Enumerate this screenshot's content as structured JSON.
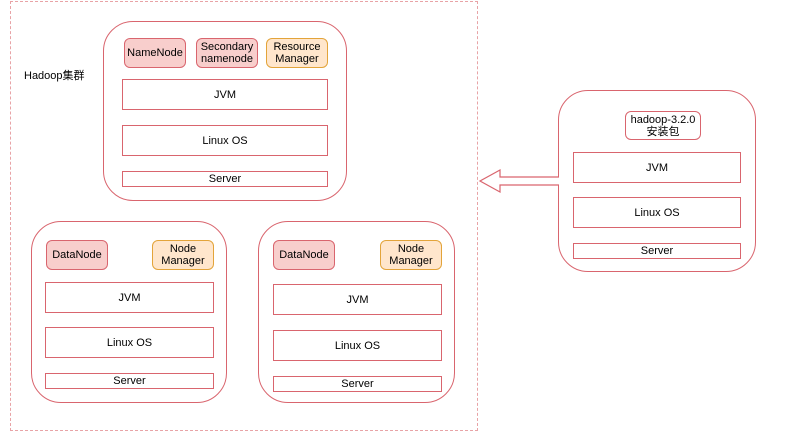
{
  "cluster": {
    "label": "Hadoop集群"
  },
  "master_node": {
    "components": [
      "NameNode",
      "Secondary\nnamenode",
      "Resource\nManager"
    ],
    "jvm": "JVM",
    "os": "Linux OS",
    "server": "Server"
  },
  "worker_node_1": {
    "components": [
      "DataNode",
      "Node\nManager"
    ],
    "jvm": "JVM",
    "os": "Linux OS",
    "server": "Server"
  },
  "worker_node_2": {
    "components": [
      "DataNode",
      "Node\nManager"
    ],
    "jvm": "JVM",
    "os": "Linux OS",
    "server": "Server"
  },
  "install_node": {
    "package": "hadoop-3.2.0\n安装包",
    "jvm": "JVM",
    "os": "Linux OS",
    "server": "Server"
  },
  "colors": {
    "border": "#d9656e",
    "red_fill": "#f8cecc",
    "orange_fill": "#ffe6cc",
    "orange_border": "#e3a43a",
    "dashed": "#e8a3a6"
  }
}
